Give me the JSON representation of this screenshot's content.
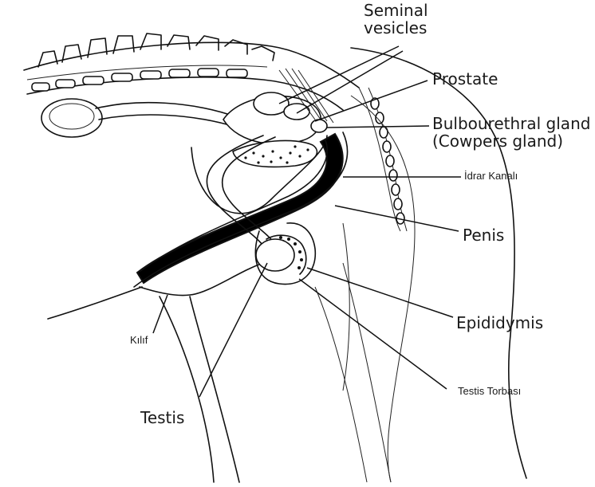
{
  "labels": {
    "seminal_vesicles": "Seminal\nvesicles",
    "prostate": "Prostate",
    "bulbourethral": "Bulbourethral gland\n(Cowpers gland)",
    "idrar_kanali": "İdrar Kanalı",
    "penis": "Penis",
    "epididymis": "Epididymis",
    "testis_torbasi": "Testis Torbası",
    "kilif": "Kılıf",
    "testis": "Testis"
  },
  "colors": {
    "ink": "#111111",
    "background": "#ffffff",
    "urethra_fill": "#000000"
  }
}
